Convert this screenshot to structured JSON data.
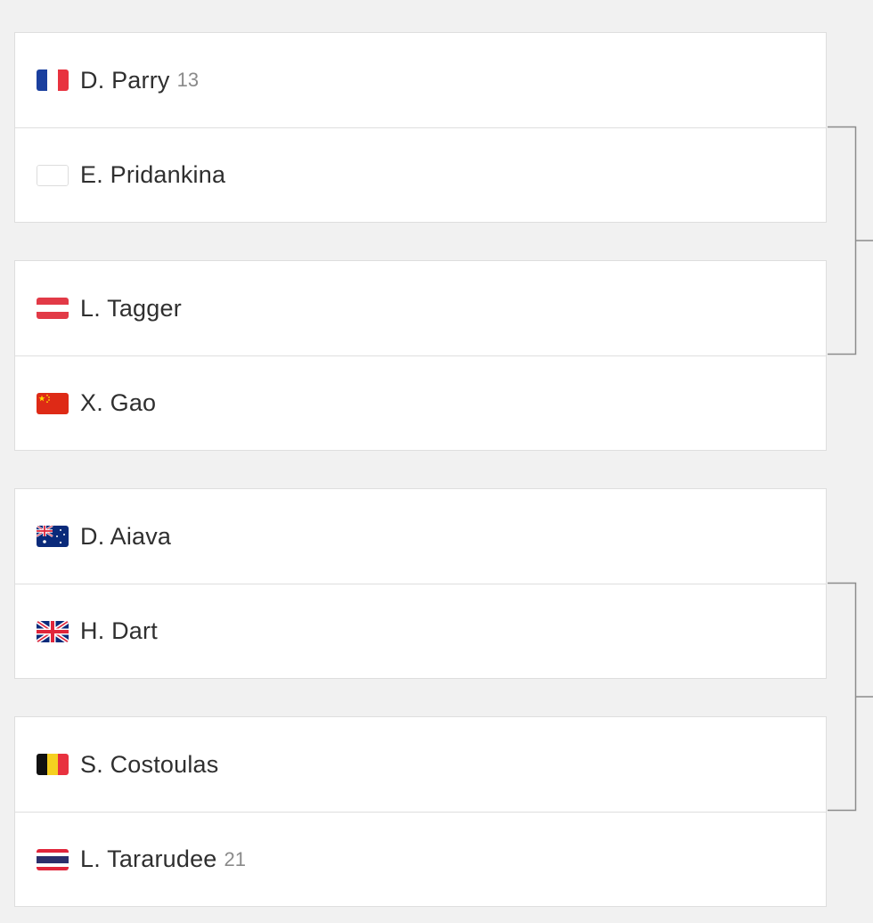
{
  "matches": [
    {
      "players": [
        {
          "name": "D. Parry",
          "seed": "13",
          "flag": "france-flag-icon"
        },
        {
          "name": "E. Pridankina",
          "seed": "",
          "flag": "blank-flag-icon"
        }
      ]
    },
    {
      "players": [
        {
          "name": "L. Tagger",
          "seed": "",
          "flag": "austria-flag-icon"
        },
        {
          "name": "X. Gao",
          "seed": "",
          "flag": "china-flag-icon"
        }
      ]
    },
    {
      "players": [
        {
          "name": "D. Aiava",
          "seed": "",
          "flag": "australia-flag-icon"
        },
        {
          "name": "H. Dart",
          "seed": "",
          "flag": "united-kingdom-flag-icon"
        }
      ]
    },
    {
      "players": [
        {
          "name": "S. Costoulas",
          "seed": "",
          "flag": "belgium-flag-icon"
        },
        {
          "name": "L. Tararudee",
          "seed": "21",
          "flag": "thailand-flag-icon"
        }
      ]
    }
  ],
  "colors": {
    "background": "#f1f1f1",
    "card": "#ffffff",
    "border": "#dedede",
    "connector": "#8c8c8c",
    "name": "#2f2f2f",
    "seed": "#8a8a8a"
  }
}
